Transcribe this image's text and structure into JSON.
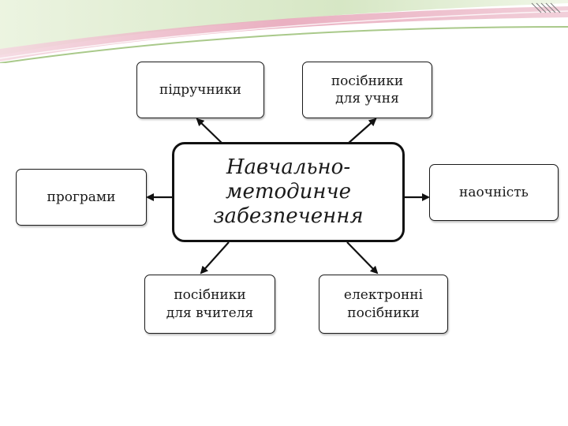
{
  "diagram": {
    "center": {
      "lines": [
        "Навчально-",
        "методинче",
        "забезпечення"
      ]
    },
    "nodes": {
      "textbooks": "підручники",
      "student_manuals": "посібники\nдля учня",
      "programs": "програми",
      "visual_aids": "наочність",
      "teacher_manuals": "посібники\nдля вчителя",
      "electronic_manuals": "електронні\nпосібники"
    }
  },
  "colors": {
    "box_border": "#1a1a1a",
    "arrow": "#111111",
    "decor_pink": "#e8a0b4",
    "decor_green": "#b8d49a"
  }
}
